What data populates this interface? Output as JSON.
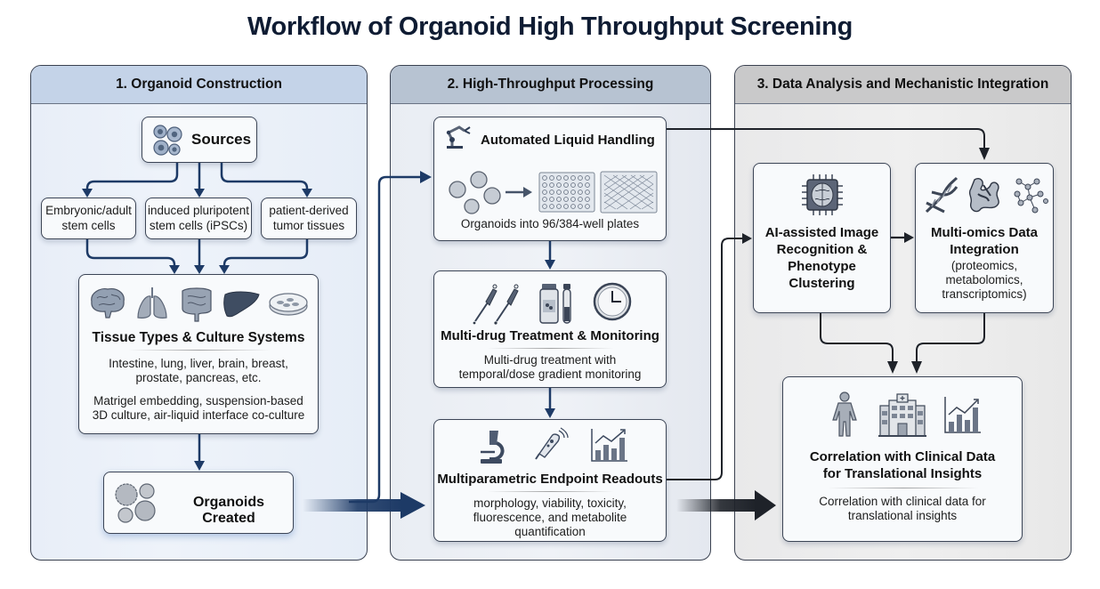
{
  "title": "Workflow of Organoid High Throughput Screening",
  "colors": {
    "arrow_dark_blue": "#1d3a66",
    "arrow_dark": "#1e2229",
    "panel1_header": "#c4d3e8",
    "panel2_header": "#b7c3d2",
    "panel3_header": "#c9c9ca"
  },
  "panels": [
    {
      "heading": "1. Organoid Construction",
      "sources": {
        "label": "Sources",
        "icon": "cells-icon"
      },
      "source_types": [
        {
          "line1": "Embryonic/adult",
          "line2": "stem cells"
        },
        {
          "line1": "induced pluripotent",
          "line2": "stem cells (iPSCs)"
        },
        {
          "line1": "patient-derived",
          "line2": "tumor tissues"
        }
      ],
      "tissue": {
        "heading": "Tissue Types & Culture Systems",
        "icons": [
          "brain-icon",
          "lungs-icon",
          "intestine-icon",
          "liver-icon",
          "petri-dish-icon"
        ],
        "text1_line1": "Intestine, lung, liver, brain, breast,",
        "text1_line2": "prostate, pancreas, etc.",
        "text2_line1": "Matrigel embedding, suspension-based",
        "text2_line2": "3D culture, air-liquid interface co-culture"
      },
      "organoids": {
        "label": "Organoids Created",
        "icon": "organoids-icon"
      }
    },
    {
      "heading": "2. High-Throughput Processing",
      "liquid": {
        "heading": "Automated Liquid Handling",
        "icon": "robot-arm-icon",
        "caption": "Organoids into 96/384-well plates"
      },
      "treatment": {
        "heading": "Multi-drug Treatment & Monitoring",
        "icons": [
          "pipette-icon",
          "drug-vial-icon",
          "clock-icon"
        ],
        "text_line1": "Multi-drug treatment with",
        "text_line2": "temporal/dose gradient monitoring"
      },
      "readouts": {
        "heading": "Multiparametric Endpoint Readouts",
        "icons": [
          "microscope-icon",
          "sensor-probe-icon",
          "bar-chart-icon"
        ],
        "text_line1": "morphology, viability, toxicity,",
        "text_line2": "fluorescence, and metabolite",
        "text_line3": "quantification"
      }
    },
    {
      "heading": "3. Data Analysis and Mechanistic Integration",
      "ai": {
        "icon": "ai-chip-brain-icon",
        "line1": "AI-assisted Image",
        "line2": "Recognition &",
        "line3": "Phenotype",
        "line4": "Clustering"
      },
      "omics": {
        "icons": [
          "dna-icon",
          "protein-icon",
          "molecule-network-icon"
        ],
        "line1": "Multi-omics Data",
        "line2": "Integration",
        "sub1": "(proteomics,",
        "sub2": "metabolomics,",
        "sub3": "transcriptomics)"
      },
      "clinical": {
        "icons": [
          "person-icon",
          "hospital-icon",
          "growth-chart-icon"
        ],
        "heading_line1": "Correlation with Clinical Data",
        "heading_line2": "for Translational Insights",
        "text_line1": "Correlation with clinical data for",
        "text_line2": "translational insights"
      }
    }
  ]
}
